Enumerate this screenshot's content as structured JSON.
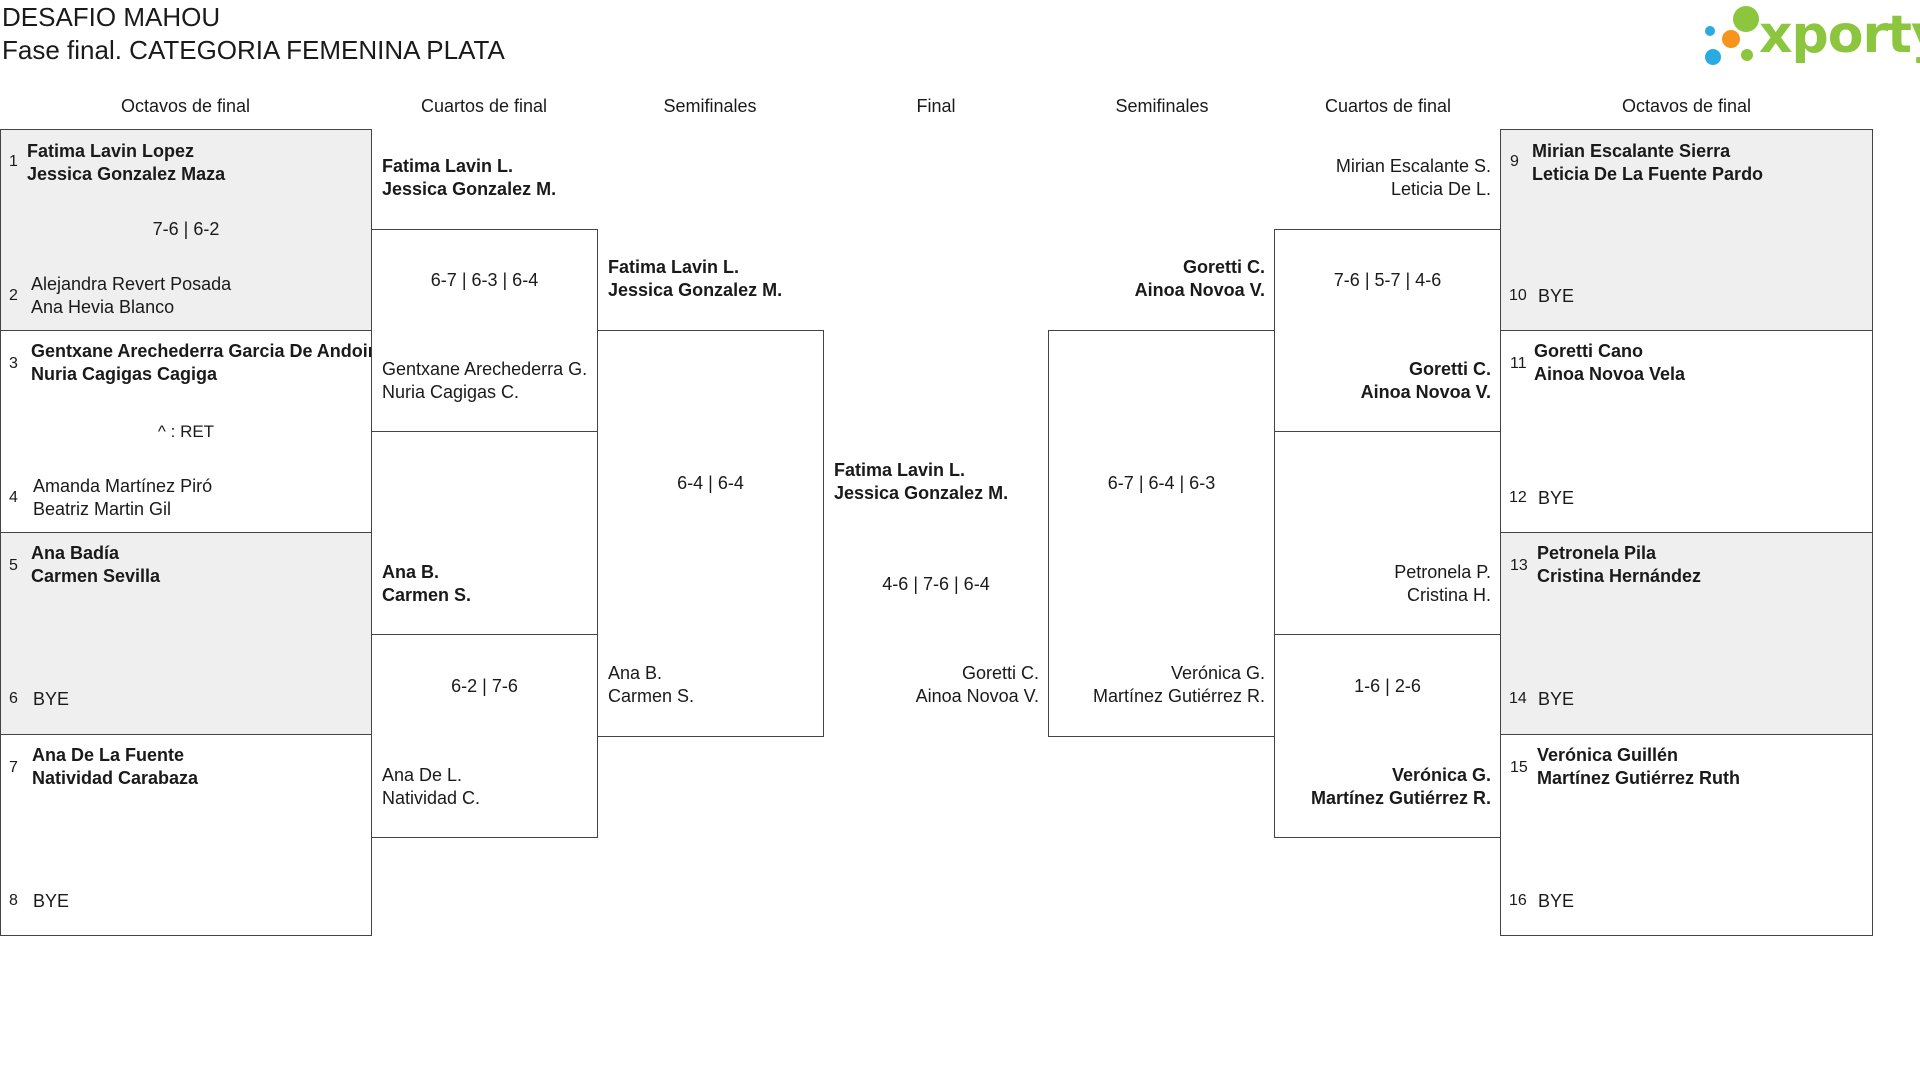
{
  "header": {
    "title_line1": "DESAFIO MAHOU",
    "title_line2": "Fase final. CATEGORIA FEMENINA PLATA"
  },
  "logo": {
    "text": "xporty",
    "colors": [
      "#8cc63f",
      "#f7941d",
      "#29abe2"
    ]
  },
  "columns": [
    "Octavos de final",
    "Cuartos de final",
    "Semifinales",
    "Final",
    "Semifinales",
    "Cuartos de final",
    "Octavos de final"
  ],
  "r16_left": [
    {
      "seed_a": "1",
      "a": [
        "Fatima Lavin Lopez",
        "Jessica Gonzalez Maza"
      ],
      "score": "7-6 | 6-2",
      "seed_b": "2",
      "b": [
        "Alejandra Revert Posada",
        "Ana Hevia Blanco"
      ]
    },
    {
      "seed_a": "3",
      "a": [
        "Gentxane Arechederra Garcia De Andoin",
        "Nuria Cagigas Cagiga"
      ],
      "score": "^ : RET",
      "seed_b": "4",
      "b": [
        "Amanda Martínez Piró",
        "Beatriz Martin Gil"
      ]
    },
    {
      "seed_a": "5",
      "a": [
        "Ana Badía",
        "Carmen Sevilla"
      ],
      "score": "",
      "seed_b": "6",
      "b": [
        "BYE"
      ]
    },
    {
      "seed_a": "7",
      "a": [
        "Ana De La Fuente",
        "Natividad Carabaza"
      ],
      "score": "",
      "seed_b": "8",
      "b": [
        "BYE"
      ]
    }
  ],
  "qf_left": [
    {
      "a": [
        "Fatima Lavin L.",
        "Jessica Gonzalez M."
      ],
      "score": "6-7 | 6-3 | 6-4",
      "b": [
        "Gentxane Arechederra G.",
        "Nuria Cagigas C."
      ]
    },
    {
      "a": [
        "Ana B.",
        "Carmen S."
      ],
      "score": "6-2 | 7-6",
      "b": [
        "Ana De L.",
        "Natividad C."
      ]
    }
  ],
  "sf_left": {
    "a": [
      "Fatima Lavin L.",
      "Jessica Gonzalez M."
    ],
    "score": "6-4 | 6-4",
    "b": [
      "Ana B.",
      "Carmen S."
    ]
  },
  "final": {
    "a": [
      "Fatima Lavin L.",
      "Jessica Gonzalez M."
    ],
    "score": "4-6 | 7-6 | 6-4",
    "b": [
      "Goretti C.",
      "Ainoa Novoa V."
    ]
  },
  "sf_right": {
    "a": [
      "Goretti C.",
      "Ainoa Novoa V."
    ],
    "score": "6-7 | 6-4 | 6-3",
    "b": [
      "Verónica G.",
      "Martínez Gutiérrez R."
    ]
  },
  "qf_right": [
    {
      "a": [
        "Mirian Escalante S.",
        "Leticia De L."
      ],
      "score": "7-6 | 5-7 | 4-6",
      "b": [
        "Goretti C.",
        "Ainoa Novoa V."
      ]
    },
    {
      "a": [
        "Petronela P.",
        "Cristina H."
      ],
      "score": "1-6 | 2-6",
      "b": [
        "Verónica G.",
        "Martínez Gutiérrez R."
      ]
    }
  ],
  "r16_right": [
    {
      "seed_a": "9",
      "a": [
        "Mirian Escalante Sierra",
        "Leticia De La Fuente Pardo"
      ],
      "seed_b": "10",
      "b": [
        "BYE"
      ]
    },
    {
      "seed_a": "11",
      "a": [
        "Goretti Cano",
        "Ainoa Novoa Vela"
      ],
      "seed_b": "12",
      "b": [
        "BYE"
      ]
    },
    {
      "seed_a": "13",
      "a": [
        "Petronela Pila",
        "Cristina Hernández"
      ],
      "seed_b": "14",
      "b": [
        "BYE"
      ]
    },
    {
      "seed_a": "15",
      "a": [
        "Verónica Guillén",
        "Martínez Gutiérrez Ruth"
      ],
      "seed_b": "16",
      "b": [
        "BYE"
      ]
    }
  ]
}
